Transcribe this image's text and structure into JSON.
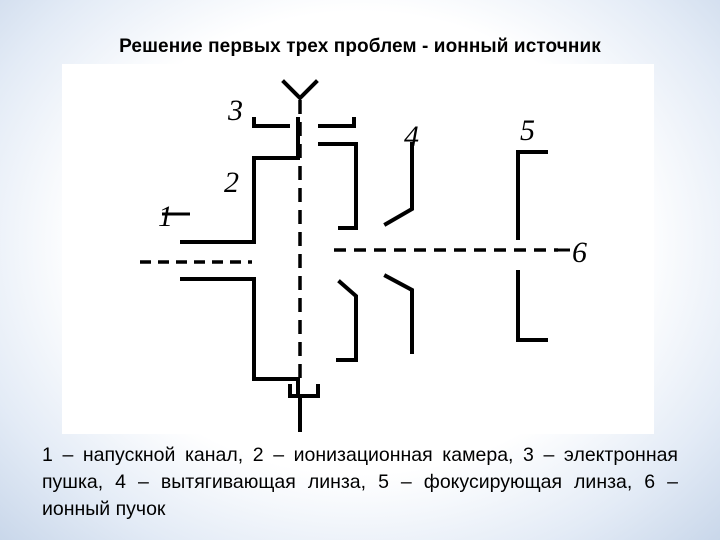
{
  "slide": {
    "title": "Решение первых трех проблем - ионный источник",
    "caption": "1 – напускной канал, 2 – ионизационная камера, 3 – электронная пушка, 4 – вытягивающая линза, 5 – фокусирующая линза, 6 – ионный пучок"
  },
  "diagram": {
    "labels": {
      "one": "1",
      "two": "2",
      "three": "3",
      "four": "4",
      "five": "5",
      "six": "6"
    }
  }
}
